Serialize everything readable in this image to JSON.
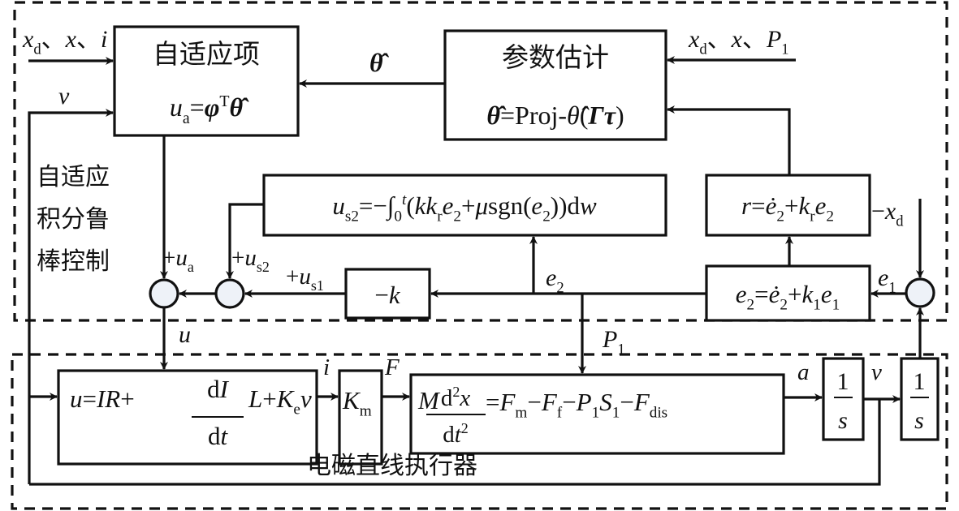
{
  "blocks": {
    "adaptive_title": "自适应项",
    "adaptive_formula": [
      [
        "u",
        "i"
      ],
      [
        "a",
        "sub"
      ],
      [
        "=",
        ""
      ],
      [
        "φ",
        "b"
      ],
      [
        "T",
        "sup"
      ],
      [
        "θ̂",
        "b"
      ]
    ],
    "estimator_title": "参数估计",
    "estimator_formula": [
      [
        "θ̂",
        "b"
      ],
      [
        "=Proj-",
        ""
      ],
      [
        "θ̂",
        "i"
      ],
      [
        "(",
        ""
      ],
      [
        "Γτ",
        "b"
      ],
      [
        ")",
        ""
      ]
    ],
    "us2_formula": [
      [
        "u",
        "i"
      ],
      [
        "s2",
        "sub"
      ],
      [
        "=−∫",
        ""
      ],
      [
        "0",
        "sub"
      ],
      [
        "t",
        "supi"
      ],
      [
        "(",
        ""
      ],
      [
        "kk",
        "i"
      ],
      [
        "r",
        "sub"
      ],
      [
        "e",
        "i"
      ],
      [
        "2",
        "sub"
      ],
      [
        "+",
        ""
      ],
      [
        "μ",
        "i"
      ],
      [
        "sgn(",
        ""
      ],
      [
        "e",
        "i"
      ],
      [
        "2",
        "sub"
      ],
      [
        "))d",
        ""
      ],
      [
        "w",
        "i"
      ]
    ],
    "r_formula": [
      [
        "r",
        "i"
      ],
      [
        "=",
        ""
      ],
      [
        "ė",
        "i"
      ],
      [
        "2",
        "sub"
      ],
      [
        "+",
        ""
      ],
      [
        "k",
        "i"
      ],
      [
        "r",
        "sub"
      ],
      [
        "e",
        "i"
      ],
      [
        "2",
        "sub"
      ]
    ],
    "e2_formula": [
      [
        "e",
        "i"
      ],
      [
        "2",
        "sub"
      ],
      [
        "=",
        ""
      ],
      [
        "ė",
        "i"
      ],
      [
        "2",
        "sub"
      ],
      [
        "+",
        ""
      ],
      [
        "k",
        "i"
      ],
      [
        "1",
        "sub"
      ],
      [
        "e",
        "i"
      ],
      [
        "1",
        "sub"
      ]
    ],
    "neg_k": [
      [
        "−",
        ""
      ],
      [
        "k",
        "i"
      ]
    ],
    "voltage_formula_left": [
      [
        "u",
        "i"
      ],
      [
        "=",
        ""
      ],
      [
        "IR",
        "i"
      ],
      [
        "+",
        ""
      ]
    ],
    "voltage_frac_num": [
      [
        "d",
        ""
      ],
      [
        "I",
        "i"
      ]
    ],
    "voltage_frac_den": [
      [
        "d",
        ""
      ],
      [
        "t",
        "i"
      ]
    ],
    "voltage_formula_right": [
      [
        "L",
        "i"
      ],
      [
        "+",
        ""
      ],
      [
        "K",
        "i"
      ],
      [
        "e",
        "sub"
      ],
      [
        "v",
        "i"
      ]
    ],
    "km": [
      [
        "K",
        "i"
      ],
      [
        "m",
        "sub"
      ]
    ],
    "dyn_M": [
      [
        "M",
        "i"
      ]
    ],
    "dyn_frac_num": [
      [
        "d",
        ""
      ],
      [
        "2",
        "sup"
      ],
      [
        "x",
        "i"
      ]
    ],
    "dyn_frac_den": [
      [
        "d",
        ""
      ],
      [
        "t",
        "i"
      ],
      [
        "2",
        "sup"
      ]
    ],
    "dyn_right": [
      [
        "=",
        ""
      ],
      [
        "F",
        "i"
      ],
      [
        "m",
        "sub"
      ],
      [
        "−",
        ""
      ],
      [
        "F",
        "i"
      ],
      [
        "f",
        "sub"
      ],
      [
        "−",
        ""
      ],
      [
        "P",
        "i"
      ],
      [
        "1",
        "sub"
      ],
      [
        "S",
        "i"
      ],
      [
        "1",
        "sub"
      ],
      [
        "−",
        ""
      ],
      [
        "F",
        "i"
      ],
      [
        "dis",
        "sub"
      ]
    ],
    "integrator_num": "1",
    "integrator_den": "s"
  },
  "labels": {
    "controller_name": [
      "自适应",
      "积分鲁",
      "棒控制"
    ],
    "actuator_name": "电磁直线执行器",
    "in_adaptive": [
      [
        "x",
        "i"
      ],
      [
        "d",
        "sub"
      ],
      [
        "、",
        ""
      ],
      [
        "x",
        "i"
      ],
      [
        "、",
        ""
      ],
      [
        "i",
        "i"
      ]
    ],
    "in_v": [
      [
        "v",
        "i"
      ]
    ],
    "theta_hat": [
      [
        "θ̂",
        "b"
      ]
    ],
    "in_estimator": [
      [
        "x",
        "i"
      ],
      [
        "d",
        "sub"
      ],
      [
        "、",
        ""
      ],
      [
        "x",
        "i"
      ],
      [
        "、",
        ""
      ],
      [
        "P",
        "i"
      ],
      [
        "1",
        "sub"
      ]
    ],
    "plus_ua": [
      [
        "+",
        ""
      ],
      [
        "u",
        "i"
      ],
      [
        "a",
        "sub"
      ]
    ],
    "plus_us2": [
      [
        "+",
        ""
      ],
      [
        "u",
        "i"
      ],
      [
        "s2",
        "sub"
      ]
    ],
    "plus_us1": [
      [
        "+",
        ""
      ],
      [
        "u",
        "i"
      ],
      [
        "s1",
        "sub"
      ]
    ],
    "e2": [
      [
        "e",
        "i"
      ],
      [
        "2",
        "sub"
      ]
    ],
    "neg_xd": [
      [
        "−",
        ""
      ],
      [
        "x",
        "i"
      ],
      [
        "d",
        "sub"
      ]
    ],
    "e1": [
      [
        "e",
        "i"
      ],
      [
        "1",
        "sub"
      ]
    ],
    "u": [
      [
        "u",
        "i"
      ]
    ],
    "P1": [
      [
        "P",
        "i"
      ],
      [
        "1",
        "sub"
      ]
    ],
    "i": [
      [
        "i",
        "i"
      ]
    ],
    "F": [
      [
        "F",
        "i"
      ]
    ],
    "a": [
      [
        "a",
        "i"
      ]
    ],
    "v": [
      [
        "v",
        "i"
      ]
    ]
  }
}
